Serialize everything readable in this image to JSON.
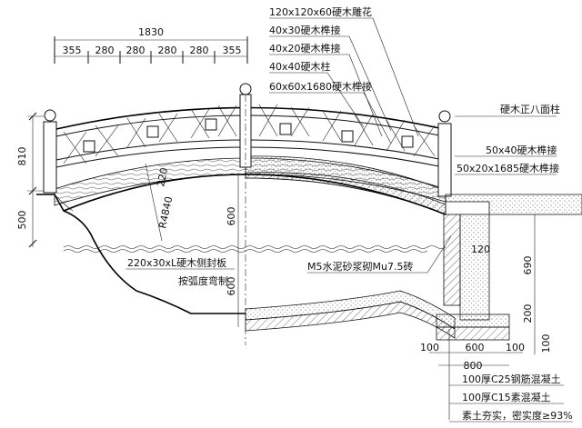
{
  "drawing": {
    "dims_top": {
      "total": "1830",
      "segments": [
        "355",
        "280",
        "280",
        "280",
        "280",
        "355"
      ]
    },
    "dims_left": [
      "810",
      "500"
    ],
    "dims_center": [
      "600",
      "600"
    ],
    "radius_label": "R4840",
    "small_dim_220": "220",
    "small_dim_120": "120",
    "dims_right": [
      "690",
      "200",
      "100"
    ],
    "dims_bottom": [
      "100",
      "600",
      "100",
      "800"
    ],
    "callouts_top": [
      "120x120x60硬木雕花",
      "40x30硬木榫接",
      "40x20硬木榫接",
      "40x40硬木柱",
      "60x60x1680硬木榫接"
    ],
    "callouts_right": [
      "硬木正八面柱",
      "50x40硬木榫接",
      "50x20x1685硬木榫接"
    ],
    "label_side_board": "220x30xL硬木侧封板",
    "label_side_board2": "按弧度弯制",
    "label_masonry": "M5水泥砂浆砌Mu7.5砖",
    "callouts_bottom": [
      "100厚C25钢筋混凝土",
      "100厚C15素混凝土",
      "素土夯实，密实度≥93%"
    ]
  }
}
